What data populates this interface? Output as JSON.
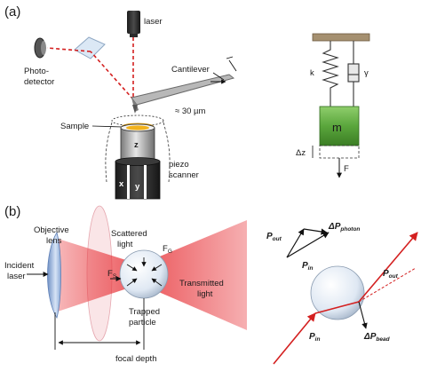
{
  "panel_a": {
    "panel_label": "(a)",
    "laser": "laser",
    "photodetector_line1": "Photo-",
    "photodetector_line2": "detector",
    "cantilever": "Cantilever",
    "tip_length": "≈ 30 µm",
    "sample": "Sample",
    "axis_z": "z",
    "axis_x": "x",
    "axis_y": "y",
    "piezo_line1": "piezo",
    "piezo_line2": "scanner",
    "spring_k": "k",
    "damper_gamma": "γ",
    "mass": "m",
    "displacement": "Δz",
    "force": "F"
  },
  "panel_b": {
    "panel_label": "(b)",
    "objective_line1": "Objective",
    "objective_line2": "lens",
    "incident_line1": "Incident",
    "incident_line2": "laser",
    "scattered_line1": "Scattered",
    "scattered_line2": "light",
    "fg_main": "F",
    "fg_sub": "G",
    "fs_main": "F",
    "fs_sub": "S",
    "transmitted_line1": "Transmitted",
    "transmitted_line2": "light",
    "trapped_line1": "Trapped",
    "trapped_line2": "particle",
    "focal_depth": "focal depth",
    "p_out_main": "P",
    "p_out_sub": "out",
    "p_in_main": "P",
    "p_in_sub": "in",
    "dp_photon_main": "ΔP",
    "dp_photon_sub": "photon",
    "ray_p_out_main": "P",
    "ray_p_out_sub": "out",
    "ray_p_in_main": "P",
    "ray_p_in_sub": "in",
    "dp_bead_main": "ΔP",
    "dp_bead_sub": "bead"
  },
  "colors": {
    "laser_beam": "#d42020",
    "beam_fill": "#e8383d",
    "mass": "#5aa63c",
    "sample_liquid": "#f2b21c",
    "lens": "#a9c3e6"
  }
}
